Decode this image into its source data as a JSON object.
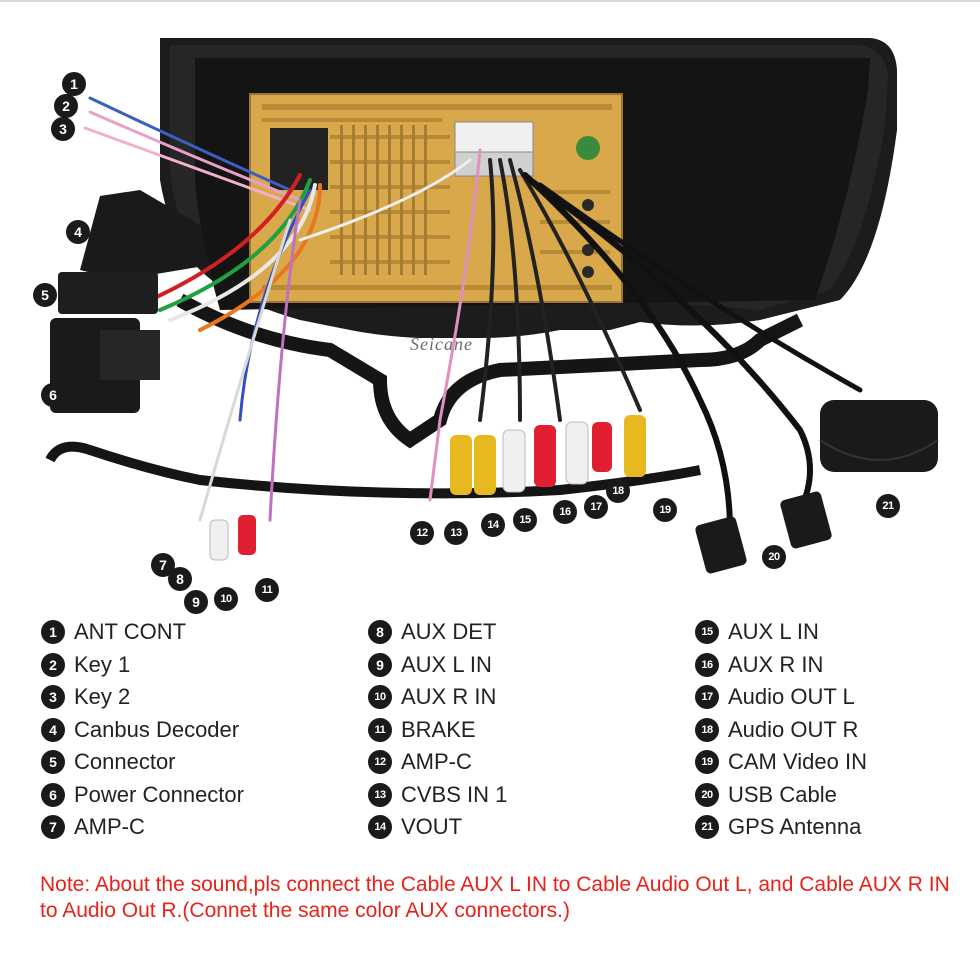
{
  "brand_logo": "Seicane",
  "legend": [
    {
      "n": "1",
      "label": "ANT CONT"
    },
    {
      "n": "2",
      "label": "Key 1"
    },
    {
      "n": "3",
      "label": "Key 2"
    },
    {
      "n": "4",
      "label": "Canbus Decoder"
    },
    {
      "n": "5",
      "label": "Connector"
    },
    {
      "n": "6",
      "label": "Power Connector"
    },
    {
      "n": "7",
      "label": "AMP-C"
    },
    {
      "n": "8",
      "label": "AUX DET"
    },
    {
      "n": "9",
      "label": "AUX L IN"
    },
    {
      "n": "10",
      "label": "AUX R IN"
    },
    {
      "n": "11",
      "label": "BRAKE"
    },
    {
      "n": "12",
      "label": "AMP-C"
    },
    {
      "n": "13",
      "label": "CVBS IN 1"
    },
    {
      "n": "14",
      "label": "VOUT"
    },
    {
      "n": "15",
      "label": "AUX L IN"
    },
    {
      "n": "16",
      "label": "AUX R IN"
    },
    {
      "n": "17",
      "label": "Audio OUT L"
    },
    {
      "n": "18",
      "label": "Audio OUT R"
    },
    {
      "n": "19",
      "label": "CAM Video IN"
    },
    {
      "n": "20",
      "label": "USB Cable"
    },
    {
      "n": "21",
      "label": "GPS Antenna"
    }
  ],
  "note": "Note: About the sound,pls connect the Cable AUX L IN to Cable Audio Out L, and Cable AUX R IN to  Audio Out R.(Connet the same color AUX connectors.)",
  "colors": {
    "note": "#e8221b",
    "badge": "#1a1a1a",
    "unit_body": "#d8a84a",
    "frame": "#1c1c1c"
  }
}
